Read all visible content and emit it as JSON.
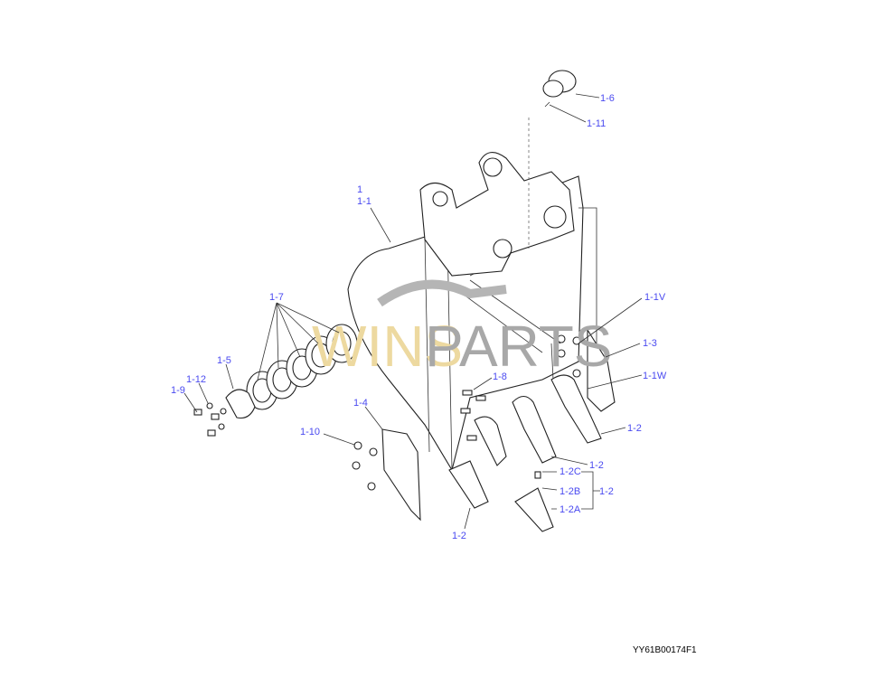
{
  "drawing_code": "YY61B00174F1",
  "watermark": {
    "part1": "WINS",
    "part2": "PARTS"
  },
  "callouts": {
    "c1_6": "1-6",
    "c1_11": "1-11",
    "c1": "1",
    "c1_1": "1-1",
    "c1_7": "1-7",
    "c1_5": "1-5",
    "c1_12": "1-12",
    "c1_9": "1-9",
    "c1_4": "1-4",
    "c1_10": "1-10",
    "c1_8": "1-8",
    "c1_1V": "1-1V",
    "c1_3": "1-3",
    "c1_1W": "1-1W",
    "c1_2a": "1-2",
    "c1_2b": "1-2",
    "c1_2c": "1-2",
    "c1_2d": "1-2",
    "c1_2C": "1-2C",
    "c1_2B": "1-2B",
    "c1_2A": "1-2A"
  },
  "colors": {
    "label": "#4a4af0",
    "line": "#333333"
  }
}
